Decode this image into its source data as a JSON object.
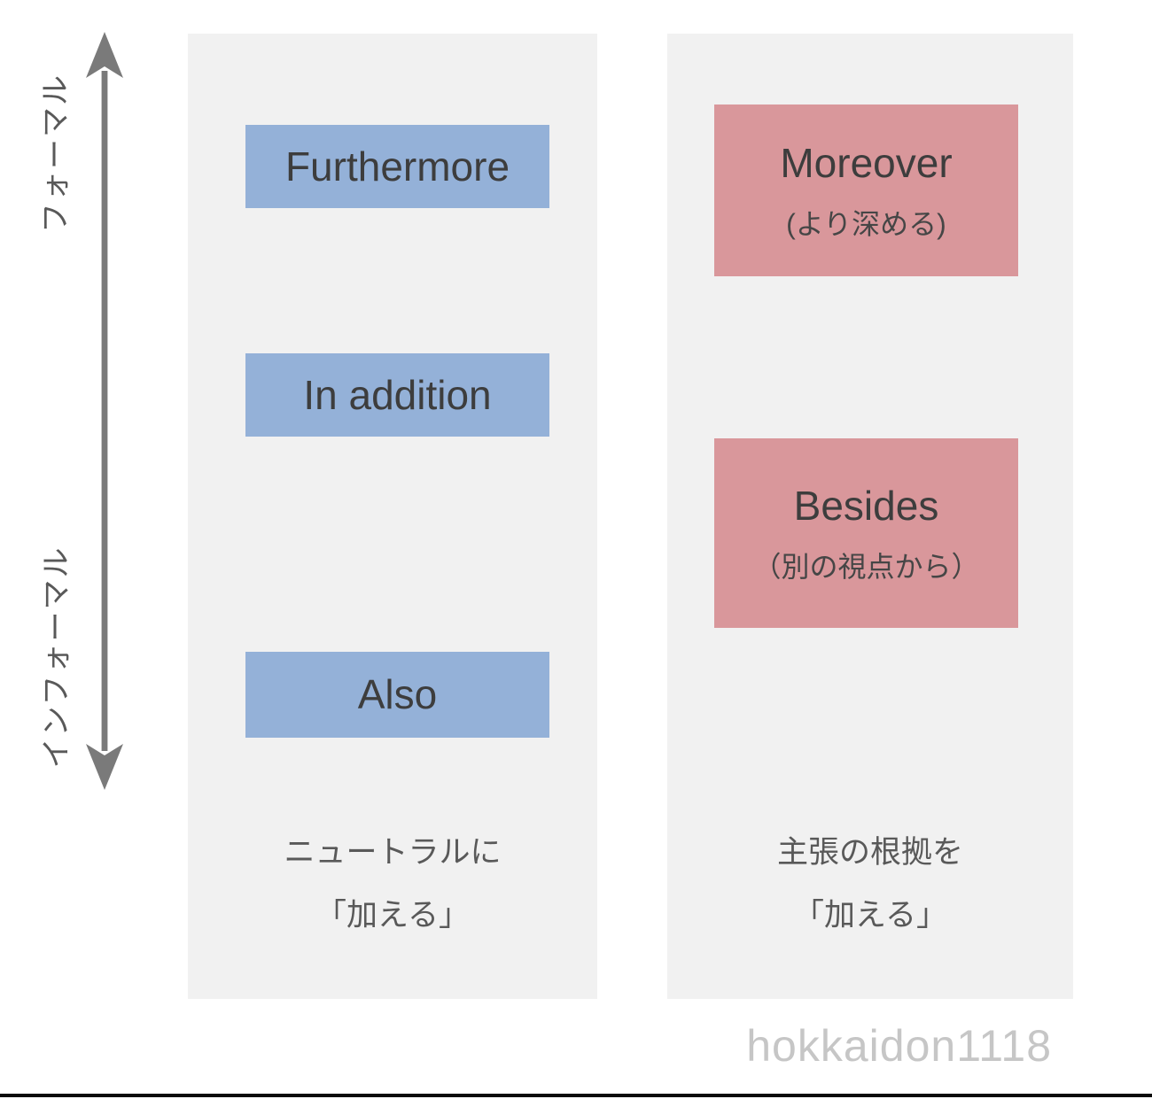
{
  "axis": {
    "top_label": "フォーマル",
    "bottom_label": "インフォーマル"
  },
  "left_column": {
    "boxes": [
      {
        "label": "Furthermore"
      },
      {
        "label": "In addition"
      },
      {
        "label": "Also"
      }
    ],
    "caption": {
      "line1": "ニュートラルに",
      "line2": "「加える」"
    }
  },
  "right_column": {
    "boxes": [
      {
        "label": "Moreover",
        "sublabel": "(より深める)"
      },
      {
        "label": "Besides",
        "sublabel": "（別の視点から）"
      }
    ],
    "caption": {
      "line1": "主張の根拠を",
      "line2": "「加える」"
    }
  },
  "watermark": "hokkaidon1118",
  "colors": {
    "blue_box": "#94b1d8",
    "red_box": "#d9979b",
    "panel_bg": "#f1f1f1",
    "arrow": "#7a7a7a",
    "text_dark": "#3d3d3d",
    "text_medium": "#595959",
    "watermark": "#c6c6c6",
    "bottom_line": "#0a0a0a"
  }
}
